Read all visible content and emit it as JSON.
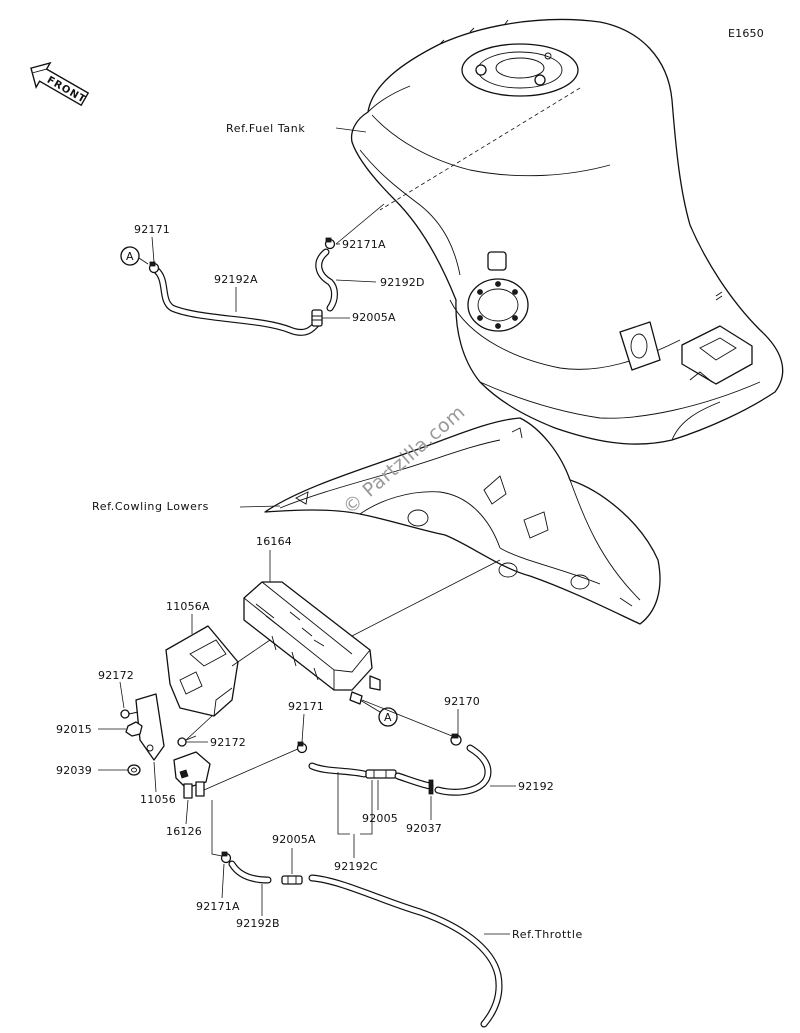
{
  "diagram_code": "E1650",
  "front_label": "FRONT",
  "watermark": "© Partzilla.com",
  "callout_letter": "A",
  "refs": {
    "fuel_tank": "Ref.Fuel Tank",
    "cowling_lowers": "Ref.Cowling Lowers",
    "throttle": "Ref.Throttle"
  },
  "parts": {
    "p92171_top": "92171",
    "p92192A": "92192A",
    "p92171A_top": "92171A",
    "p92192D": "92192D",
    "p92005A_top": "92005A",
    "p16164": "16164",
    "p11056A": "11056A",
    "p92172_left": "92172",
    "p92015": "92015",
    "p92172_right": "92172",
    "p92039": "92039",
    "p11056": "11056",
    "p16126": "16126",
    "p92171_mid": "92171",
    "p92170": "92170",
    "p92192": "92192",
    "p92005": "92005",
    "p92037": "92037",
    "p92192C": "92192C",
    "p92005A_bottom": "92005A",
    "p92171A_bottom": "92171A",
    "p92192B": "92192B"
  }
}
